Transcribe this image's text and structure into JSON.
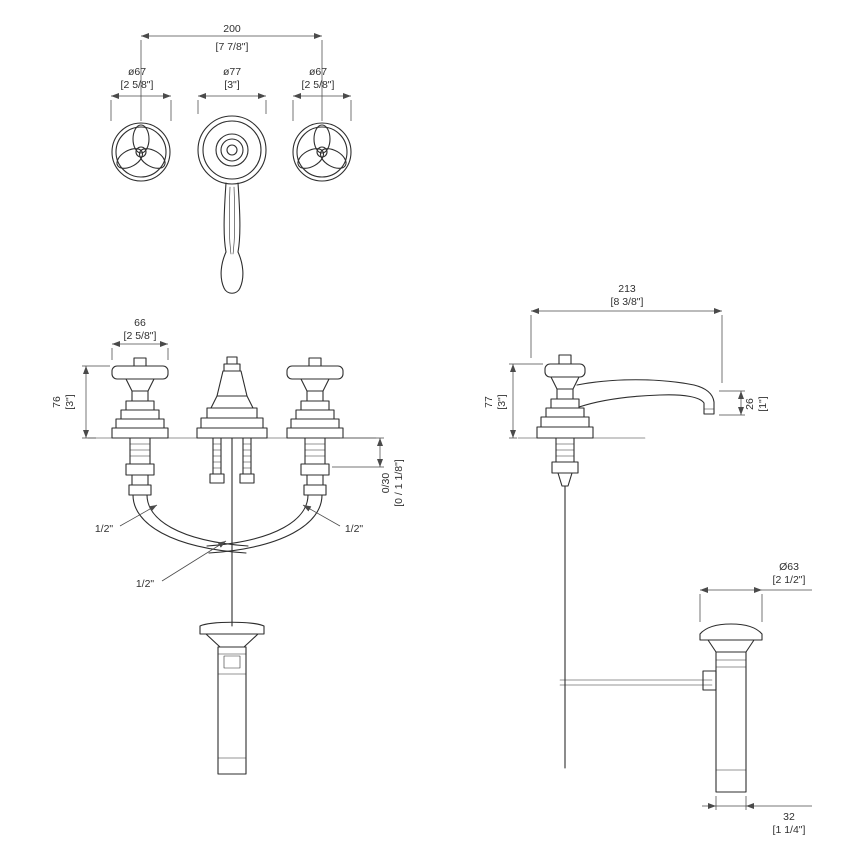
{
  "page": {
    "background": "#ffffff",
    "line_color": "#2e2e2e",
    "dim_color": "#4a4a4a"
  },
  "dims": {
    "top": {
      "spread_mm": "200",
      "spread_in": "[7 7/8\"]",
      "left_handle_mm": "ø67",
      "left_handle_in": "[2 5/8\"]",
      "spout_mm": "ø77",
      "spout_in": "[3\"]",
      "right_handle_mm": "ø67",
      "right_handle_in": "[2 5/8\"]"
    },
    "front": {
      "handle_width_mm": "66",
      "handle_width_in": "[2 5/8\"]",
      "handle_height_mm": "76",
      "handle_height_in": "[3\"]",
      "deck_range_mm": "0/30",
      "deck_range_in": "[0 / 1 1/8\"]",
      "left_connection": "1/2\"",
      "right_connection": "1/2\"",
      "center_connection": "1/2\""
    },
    "side": {
      "spout_reach_mm": "213",
      "spout_reach_in": "[8 3/8\"]",
      "handle_height_mm": "77",
      "handle_height_in": "[3\"]",
      "spout_drop_mm": "26",
      "spout_drop_in": "[1\"]",
      "drain_flange_mm": "Ø63",
      "drain_flange_in": "[2 1/2\"]",
      "tailpiece_mm": "32",
      "tailpiece_in": "[1 1/4\"]"
    }
  }
}
